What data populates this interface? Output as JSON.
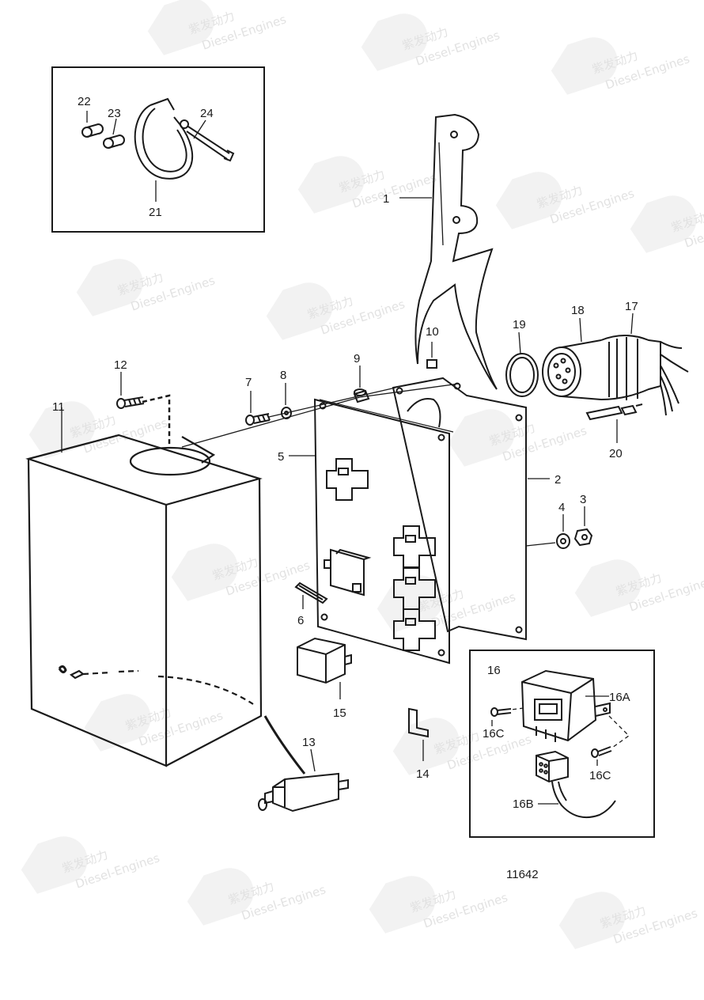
{
  "diagram": {
    "drawing_number": "11642",
    "watermark": {
      "brand": "紫发动力",
      "subtitle": "Diesel-Engines"
    },
    "callouts": {
      "c1": "1",
      "c2": "2",
      "c3": "3",
      "c4": "4",
      "c5": "5",
      "c6": "6",
      "c7": "7",
      "c8": "8",
      "c9": "9",
      "c10": "10",
      "c11": "11",
      "c12": "12",
      "c13": "13",
      "c14": "14",
      "c15": "15",
      "c17": "17",
      "c18": "18",
      "c19": "19",
      "c20": "20",
      "c21": "21",
      "c22": "22",
      "c23": "23",
      "c24": "24"
    },
    "inset_relay": {
      "title": "16",
      "c16A": "16A",
      "c16B": "16B",
      "c16C_left": "16C",
      "c16C_right": "16C"
    }
  }
}
